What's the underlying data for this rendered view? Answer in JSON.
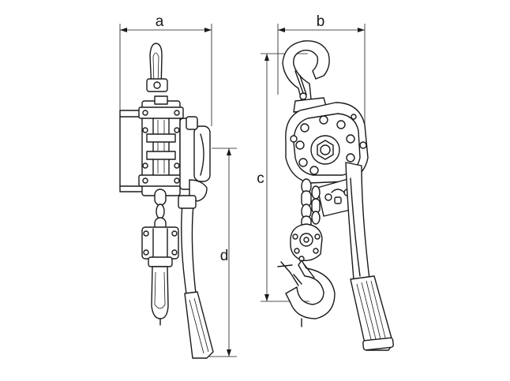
{
  "dimensions": {
    "a": "a",
    "b": "b",
    "c": "c",
    "d": "d"
  },
  "colors": {
    "line": "#1a1a1a",
    "background": "#ffffff"
  }
}
